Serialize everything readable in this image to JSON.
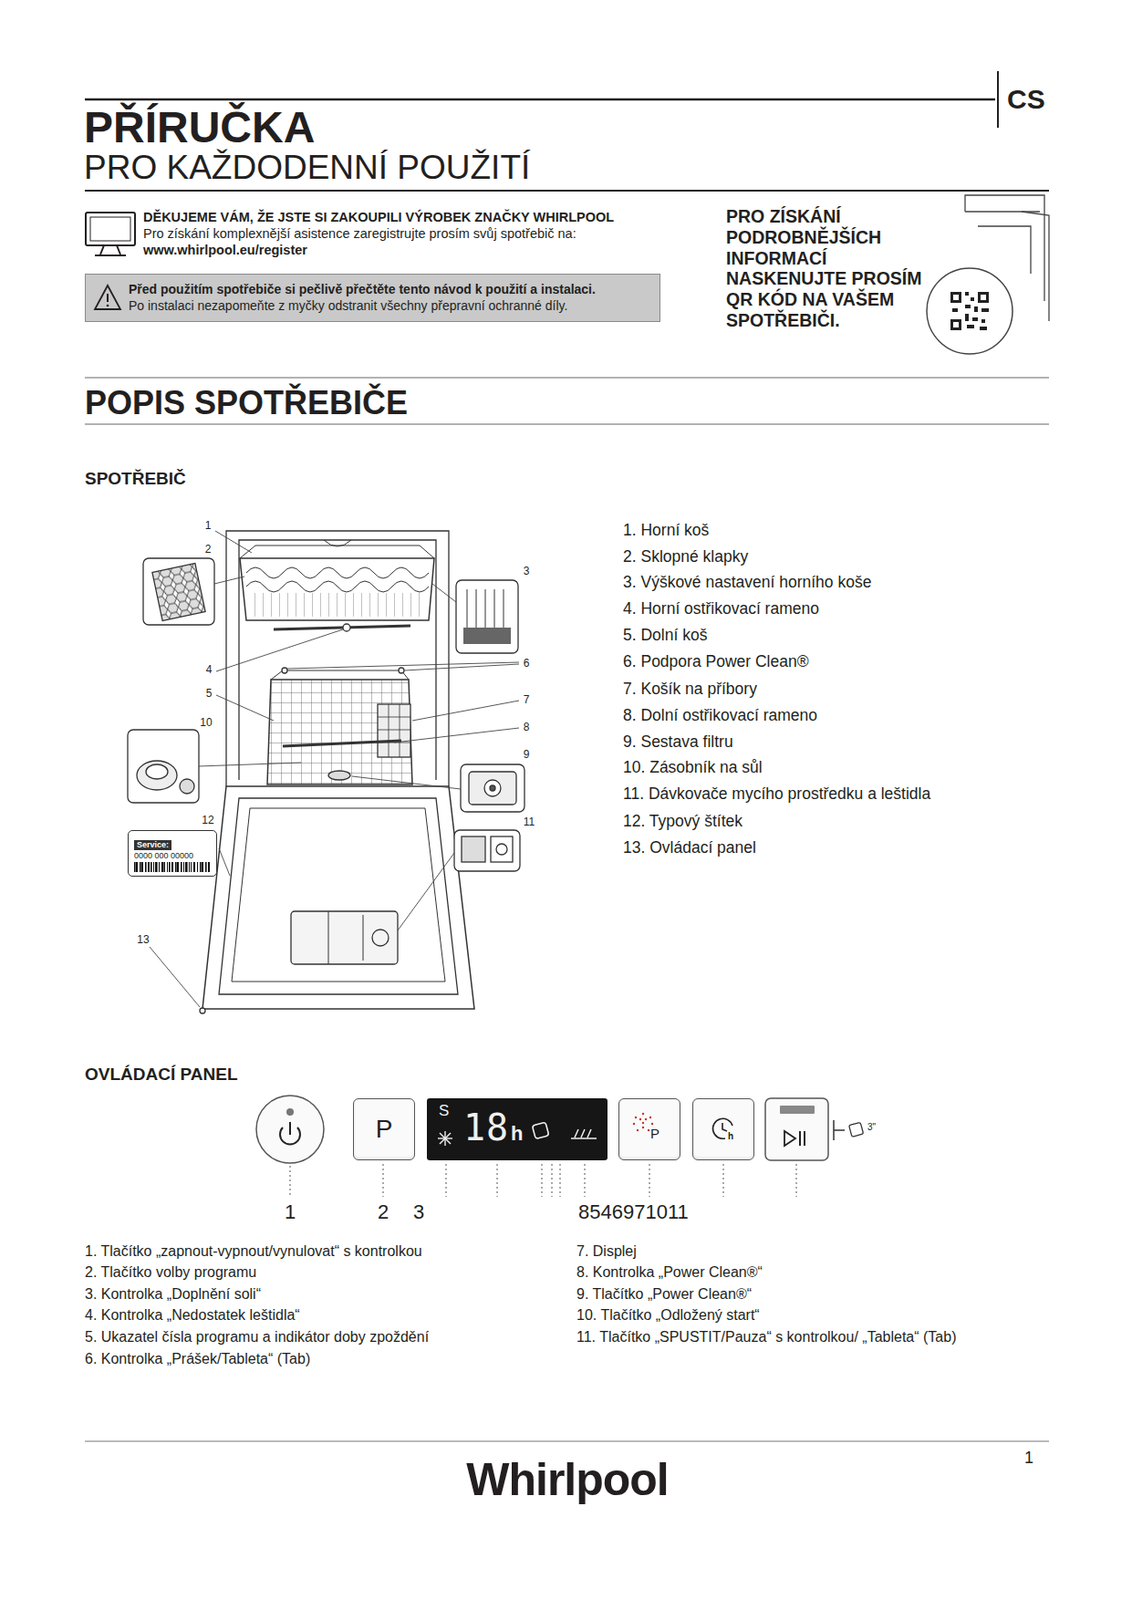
{
  "diagram": {
    "title": "PŘÍRUČKA",
    "nodes": [
      {
        "text": [
          "Před použitím spotřebiče si pečlivě přečtěte tento návod k použití a instalaci.",
          "Po instalaci nezapomeňte z myčky odstranit všechny přepravní ochranné díly."
        ]
      },
      {
        "text": [
          "Service:",
          "0000 000 00000"
        ]
      },
      {
        "text": [
          "P"
        ]
      },
      {
        "text": [
          "S",
          "18",
          "h"
        ]
      },
      {
        "text": [
          "P"
        ]
      },
      {
        "text": [
          "h"
        ]
      }
    ],
    "edges": [],
    "labels": [
      "CS",
      "PRO KAŽDODENNÍ POUŽITÍ",
      "DĚKUJEME VÁM, ŽE JSTE SI ZAKOUPILI VÝROBEK ZNAČKY WHIRLPOOL",
      "Pro získání komplexnější asistence zaregistrujte prosím svůj spotřebič na:",
      "www.whirlpool.eu/register",
      "PRO ZÍSKÁNÍ PODROBNĚJŠÍCH INFORMACÍ NASKENUJTE PROSÍM QR KÓD NA VAŠEM SPOTŘEBIČI.",
      "POPIS SPOTŘEBIČE",
      "SPOTŘEBIČ",
      "1",
      "2",
      "3",
      "4",
      "5",
      "6",
      "7",
      "8",
      "9",
      "10",
      "11",
      "12",
      "13",
      "1. Horní koš",
      "2. Sklopné klapky",
      "3. Výškové nastavení horního koše",
      "4. Horní ostřikovací rameno",
      "5. Dolní koš",
      "6. Podpora Power Clean®",
      "7. Košík na příbory",
      "8. Dolní ostřikovací rameno",
      "9. Sestava filtru",
      "10. Zásobník na sůl",
      "11. Dávkovače mycího prostředku a leštidla",
      "12. Typový štítek",
      "13. Ovládací panel",
      "OVLÁDACÍ PANEL",
      "3\"",
      "1",
      "2",
      "3",
      "8546971011",
      "1. Tlačítko „zapnout-vypnout/vynulovat“ s kontrolkou",
      "2. Tlačítko volby programu",
      "3. Kontrolka „Doplnění soli“",
      "4. Kontrolka „Nedostatek leštidla“",
      "5. Ukazatel čísla programu a indikátor doby zpoždění",
      "6. Kontrolka „Prášek/Tableta“ (Tab)",
      "7. Displej",
      "8. Kontrolka „Power Clean®“",
      "9. Tlačítko „Power Clean®“",
      "10. Tlačítko „Odložený start“",
      "11. Tlačítko „SPUSTIT/Pauza“ s kontrolkou/ „Tableta“ (Tab)",
      "Whirlpool",
      "1"
    ]
  }
}
